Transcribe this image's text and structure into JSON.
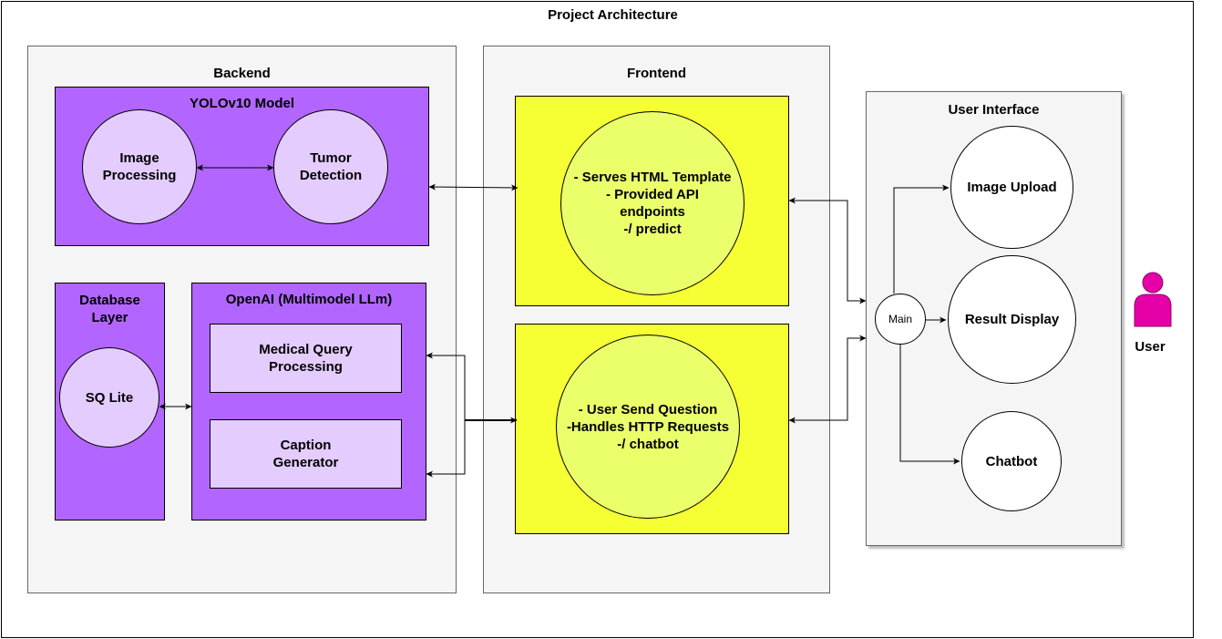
{
  "title": "Project Architecture",
  "backend": {
    "title": "Backend",
    "yolo": {
      "title": "YOLOv10 Model",
      "image_processing": "Image\nProcessing",
      "tumor_detection": "Tumor\nDetection"
    },
    "database": {
      "title": "Database\nLayer",
      "sqlite": "SQ Lite"
    },
    "openai": {
      "title": "OpenAI (Multimodel LLm)",
      "medical_query": "Medical Query\nProcessing",
      "caption": "Caption\nGenerator"
    }
  },
  "frontend": {
    "title": "Frontend",
    "top_circle": "- Serves HTML Template\n- Provided API\nendpoints\n-/ predict",
    "bottom_circle": "- User Send Question\n-Handles HTTP Requests\n-/ chatbot"
  },
  "user_interface": {
    "title": "User Interface",
    "main": "Main",
    "image_upload": "Image Upload",
    "result_display": "Result Display",
    "chatbot": "Chatbot"
  },
  "user": {
    "label": "User",
    "icon": "user-icon",
    "color": "#e600a8"
  },
  "colors": {
    "purple": "#b266ff",
    "lavender": "#e5ccff",
    "yellow": "#f5ff33",
    "panel": "#f5f5f5"
  }
}
